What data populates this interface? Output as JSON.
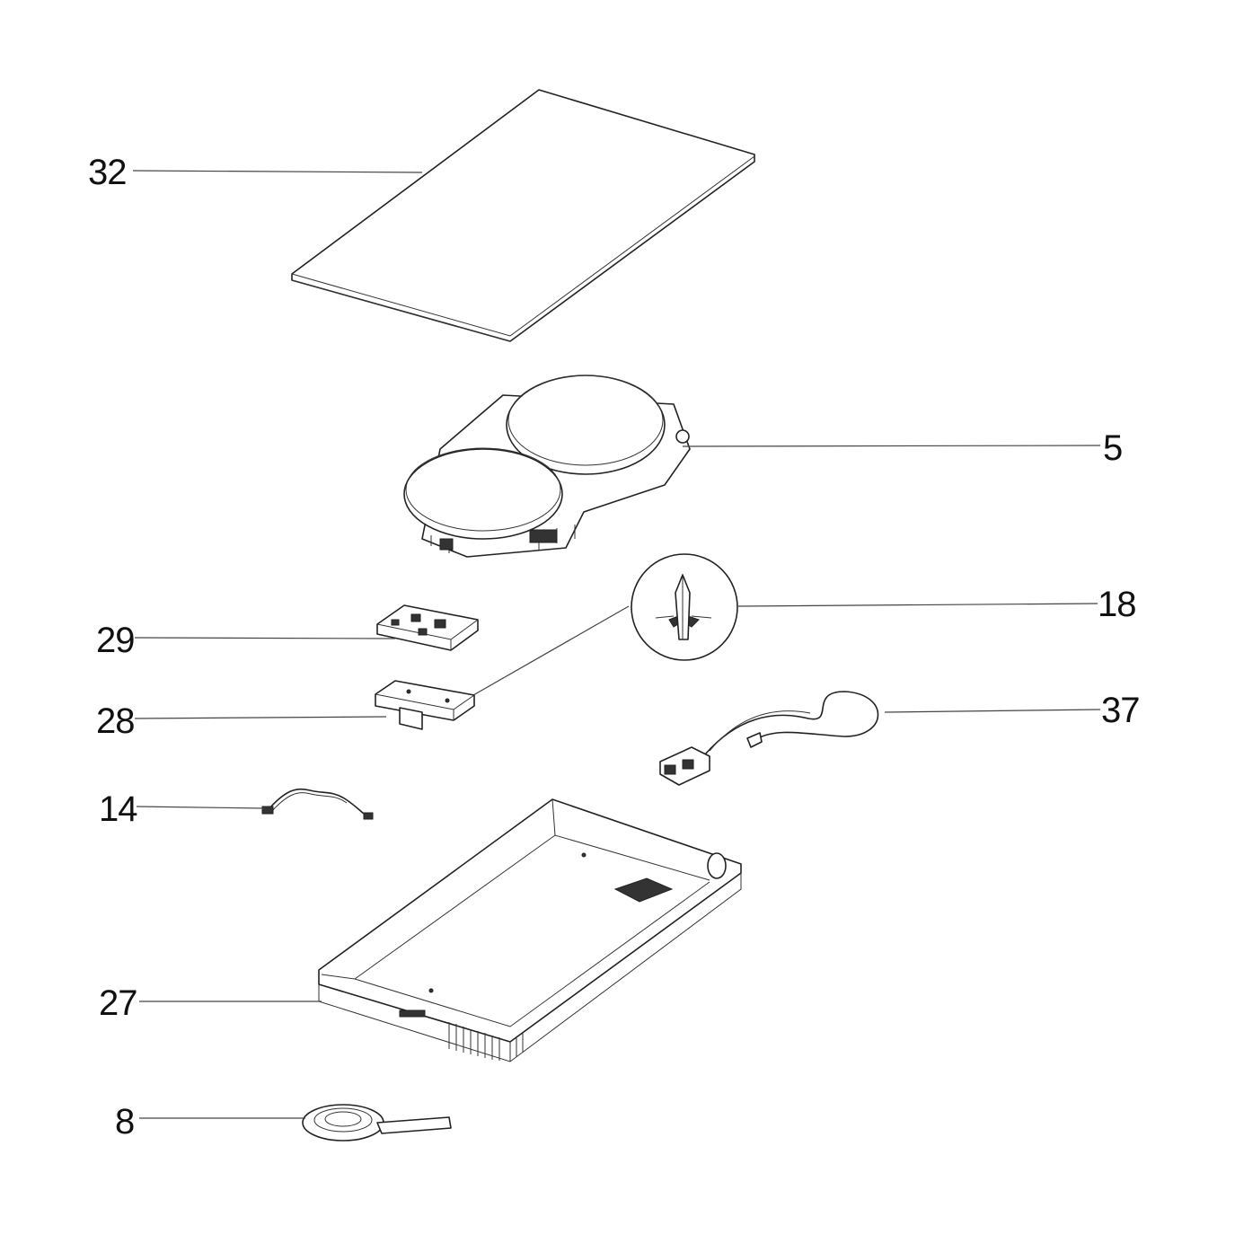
{
  "diagram": {
    "callouts": [
      {
        "id": "32",
        "label": "32"
      },
      {
        "id": "5",
        "label": "5"
      },
      {
        "id": "18",
        "label": "18"
      },
      {
        "id": "29",
        "label": "29"
      },
      {
        "id": "28",
        "label": "28"
      },
      {
        "id": "37",
        "label": "37"
      },
      {
        "id": "14",
        "label": "14"
      },
      {
        "id": "27",
        "label": "27"
      },
      {
        "id": "8",
        "label": "8"
      }
    ],
    "line_color": "#444444",
    "text_color": "#111111"
  }
}
